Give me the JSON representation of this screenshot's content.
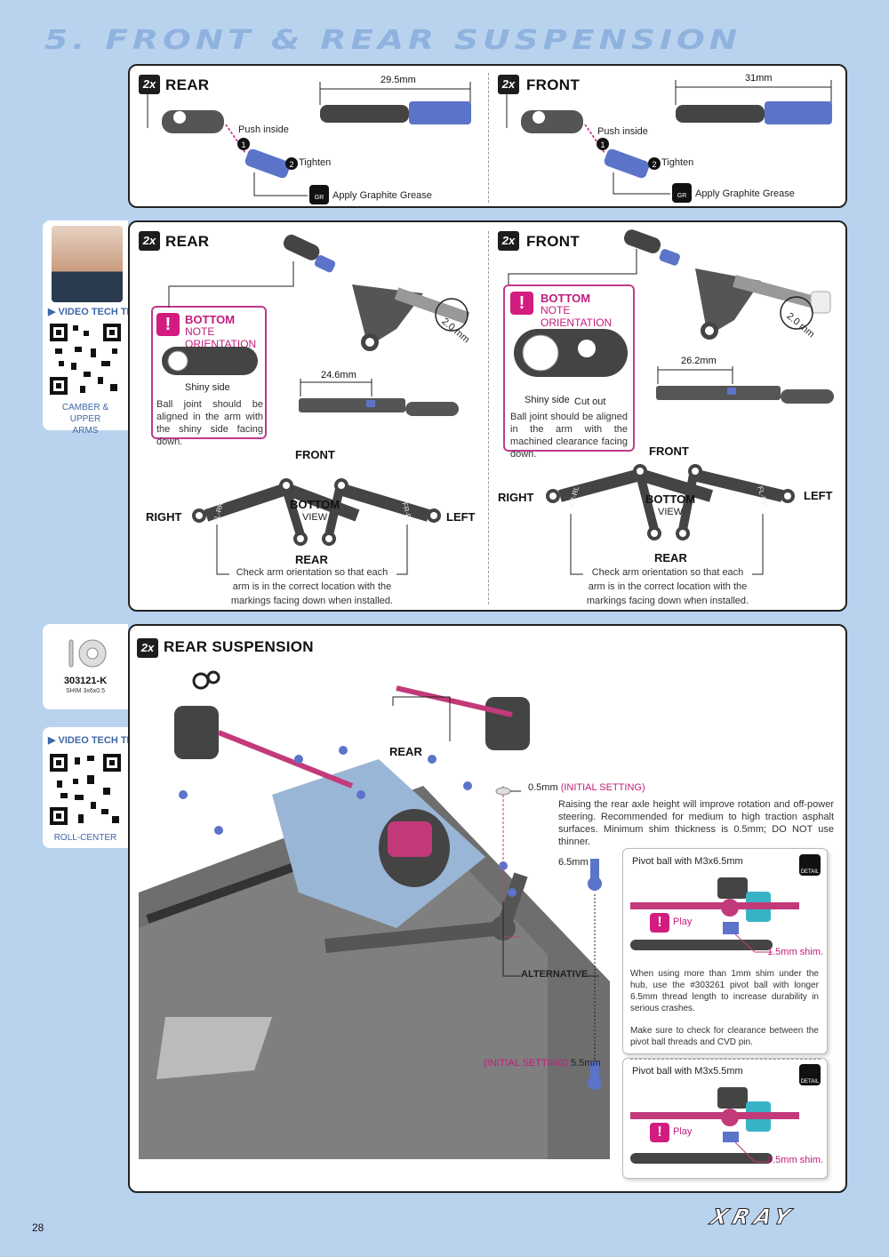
{
  "page": {
    "title": "5. FRONT & REAR SUSPENSION",
    "number": "28",
    "brand": "XRAY"
  },
  "colors": {
    "accent": "#c21d7c",
    "page_bg": "#b9d3ef",
    "link_blue": "#3d67a8",
    "part_blue": "#5b74c9"
  },
  "icons": [
    "play-icon",
    "qr-code-icon",
    "grease-icon",
    "warning-icon",
    "detail-icon",
    "shim-icon"
  ],
  "section1": {
    "rear": {
      "qty": "2x",
      "title": "REAR",
      "length": "29.5mm",
      "step1": "Push inside",
      "step2": "Tighten",
      "grease": "Apply Graphite Grease",
      "num1": "1",
      "num2": "2",
      "grease_icon_label": "GR"
    },
    "front": {
      "qty": "2x",
      "title": "FRONT",
      "length": "31mm",
      "step1": "Push inside",
      "step2": "Tighten",
      "grease": "Apply Graphite Grease",
      "num1": "1",
      "num2": "2",
      "grease_icon_label": "GR"
    }
  },
  "video_tip_1": {
    "label": "VIDEO TECH TIP",
    "caption": "CAMBER & UPPER ARMS"
  },
  "section2": {
    "rear": {
      "qty": "2x",
      "title": "REAR",
      "note_title": "BOTTOM",
      "note_sub": "NOTE ORIENTATION",
      "shiny": "Shiny side",
      "note_text": "Ball joint should be aligned in the arm with the shiny side facing down.",
      "tool": "2.0 mm",
      "length": "24.6mm",
      "front_label": "FRONT",
      "bottom_label": "BOTTOM",
      "view_label": "VIEW",
      "rear_label": "REAR",
      "right_label": "RIGHT",
      "left_label": "LEFT",
      "mark_left": "FL-RR",
      "mark_right": "FR-RL",
      "orient_text": "Check arm orientation so that each arm is in the correct location with the markings facing down when installed."
    },
    "front": {
      "qty": "2x",
      "title": "FRONT",
      "note_title": "BOTTOM",
      "note_sub": "NOTE ORIENTATION",
      "shiny": "Shiny side",
      "cut": "Cut out",
      "note_text": "Ball joint should be aligned in the arm with the machined clearance facing down.",
      "tool": "2.0 mm",
      "length": "26.2mm",
      "front_label": "FRONT",
      "bottom_label": "BOTTOM",
      "view_label": "VIEW",
      "rear_label": "REAR",
      "right_label": "RIGHT",
      "left_label": "LEFT",
      "mark_left": "FR-RL",
      "mark_right": "FL-RR",
      "orient_text": "Check arm orientation so that each arm is in the correct location with the markings facing down when installed."
    }
  },
  "part": {
    "number": "303121-K",
    "desc": "SHIM 3x6x0.5"
  },
  "video_tip_2": {
    "label": "VIDEO TECH TIP",
    "caption": "ROLL-CENTER"
  },
  "section3": {
    "qty": "2x",
    "title": "REAR SUSPENSION",
    "rear_label": "REAR",
    "shim_size": "0.5mm",
    "initial": "(INITIAL SETTING)",
    "shim_text": "Raising the rear axle height will improve rotation and off-power steering. Recommended for medium to high traction asphalt surfaces. Minimum shim thickness is 0.5mm; DO NOT use thinner.",
    "alt_size": "6.5mm",
    "alternative": "ALTERNATIVE",
    "std_size": "5.5mm",
    "std_initial": "(INITIAL SETTING)",
    "detail1": {
      "title": "Pivot ball with M3x6.5mm",
      "play": "Play",
      "shim": "1.5mm shim.",
      "icon_label": "DETAIL",
      "text1": "When using more than 1mm shim under the hub, use the #303261 pivot ball with longer 6.5mm thread length to increase durability in serious crashes.",
      "text2": "Make sure to check for clearance between the pivot ball threads and CVD pin."
    },
    "detail2": {
      "title": "Pivot ball with M3x5.5mm",
      "play": "Play",
      "shim": "0.5mm shim.",
      "icon_label": "DETAIL"
    }
  }
}
